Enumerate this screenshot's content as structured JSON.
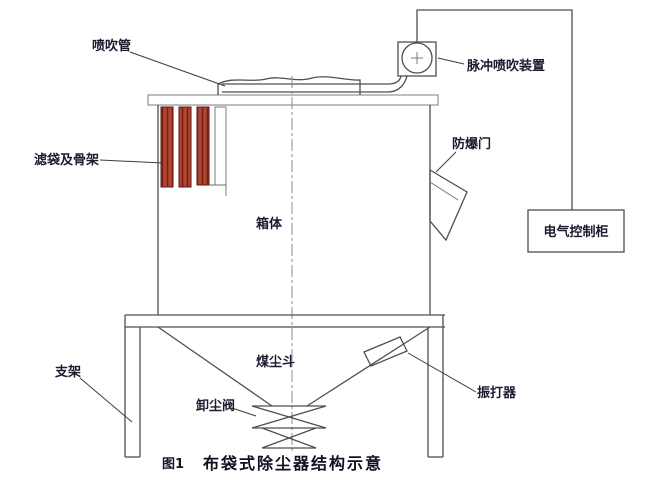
{
  "figure": {
    "number": "图1",
    "title": "布袋式除尘器结构示意"
  },
  "labels": {
    "blow_pipe": "喷吹管",
    "filter_bag_frame": "滤袋及骨架",
    "casing": "箱体",
    "support": "支架",
    "pulse_injection_device": "脉冲喷吹装置",
    "explosion_door": "防爆门",
    "electric_control_cabinet": "电气控制柜",
    "coal_dust_hopper": "煤尘斗",
    "dust_discharge_valve": "卸尘阀",
    "rapper": "振打器"
  },
  "colors": {
    "line": "#4f4f4f",
    "filter_bag_fill": "#b04634",
    "filter_bag_stripe": "#7a1f12",
    "label_text": "#1b1b2f",
    "background": "#ffffff"
  }
}
